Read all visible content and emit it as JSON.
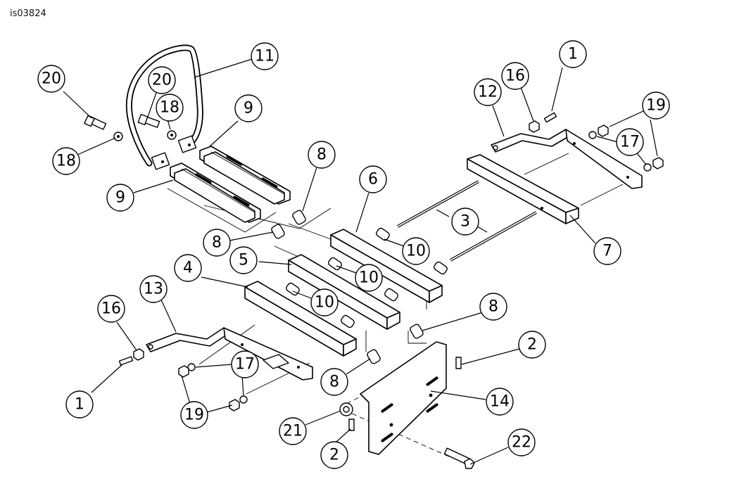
{
  "figure_id": "is03824",
  "callouts": [
    "1",
    "1",
    "2",
    "2",
    "3",
    "4",
    "5",
    "6",
    "7",
    "8",
    "8",
    "8",
    "8",
    "9",
    "9",
    "10",
    "10",
    "10",
    "11",
    "12",
    "13",
    "14",
    "16",
    "16",
    "17",
    "17",
    "18",
    "18",
    "19",
    "19",
    "20",
    "20",
    "21",
    "22"
  ]
}
